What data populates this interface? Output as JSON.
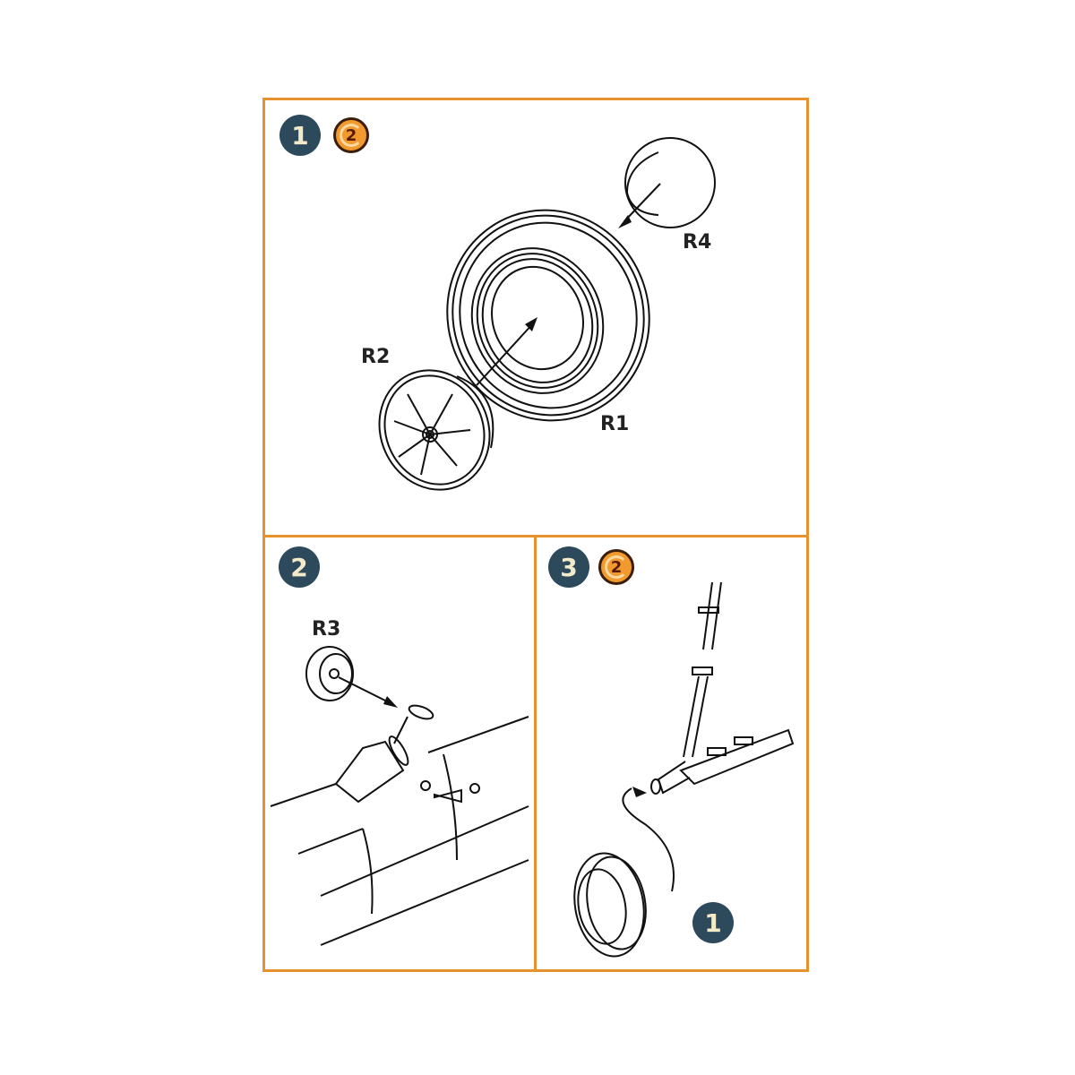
{
  "colors": {
    "frame": "#E8922E",
    "step_badge_bg": "#2D4A5C",
    "step_badge_text": "#F3EBC8",
    "ref_badge_bg": "#F29A2E",
    "ref_badge_border": "#3A1D0A"
  },
  "panels": [
    {
      "step": "1",
      "reference_step": "2",
      "part_labels": [
        "R4",
        "R2",
        "R1"
      ]
    },
    {
      "step": "2",
      "part_labels": [
        "R3"
      ]
    },
    {
      "step": "3",
      "reference_step": "2",
      "sub_reference": "1"
    }
  ]
}
